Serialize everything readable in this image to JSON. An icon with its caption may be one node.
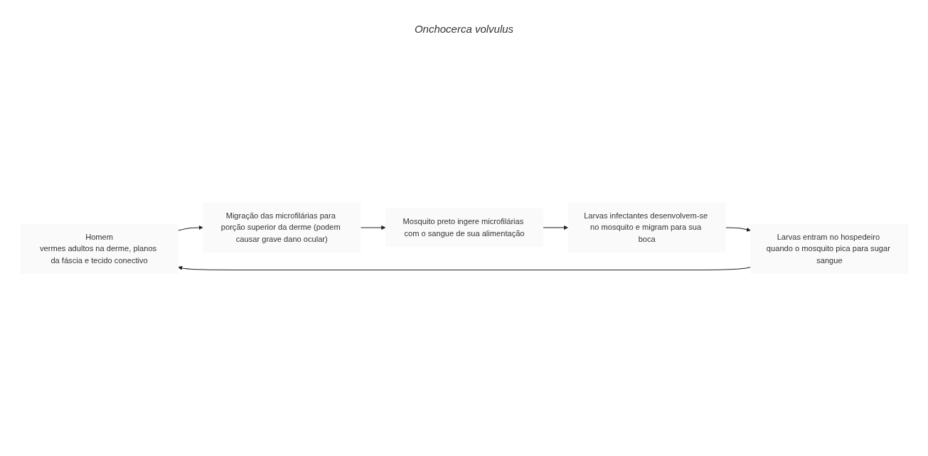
{
  "diagram": {
    "nodes": [
      {
        "text": [
          "Homem",
          "vermes adultos na derme, planos da fáscia e tecido conectivo"
        ]
      },
      {
        "text": [
          "Migração das microfilárias para porção superior da derme (podem causar grave dano ocular)"
        ]
      },
      {
        "text": [
          "Mosquito preto ingere microfilárias com o sangue de sua alimentação"
        ]
      },
      {
        "text": [
          "Larvas infectantes desenvolvem-se no mosquito e migram para sua boca"
        ]
      },
      {
        "text": [
          "Larvas entram no hospedeiro quando o mosquito pica para sugar sangue"
        ]
      }
    ],
    "edges": [
      {
        "from": 0,
        "to": 1,
        "arrow": "to"
      },
      {
        "from": 1,
        "to": 2,
        "arrow": "to"
      },
      {
        "from": 2,
        "to": 3,
        "arrow": "to"
      },
      {
        "from": 3,
        "to": 4,
        "arrow": "to"
      },
      {
        "from": 4,
        "to": 0,
        "arrow": "to"
      }
    ],
    "labels": [
      "Onchocerca volvulus"
    ]
  }
}
